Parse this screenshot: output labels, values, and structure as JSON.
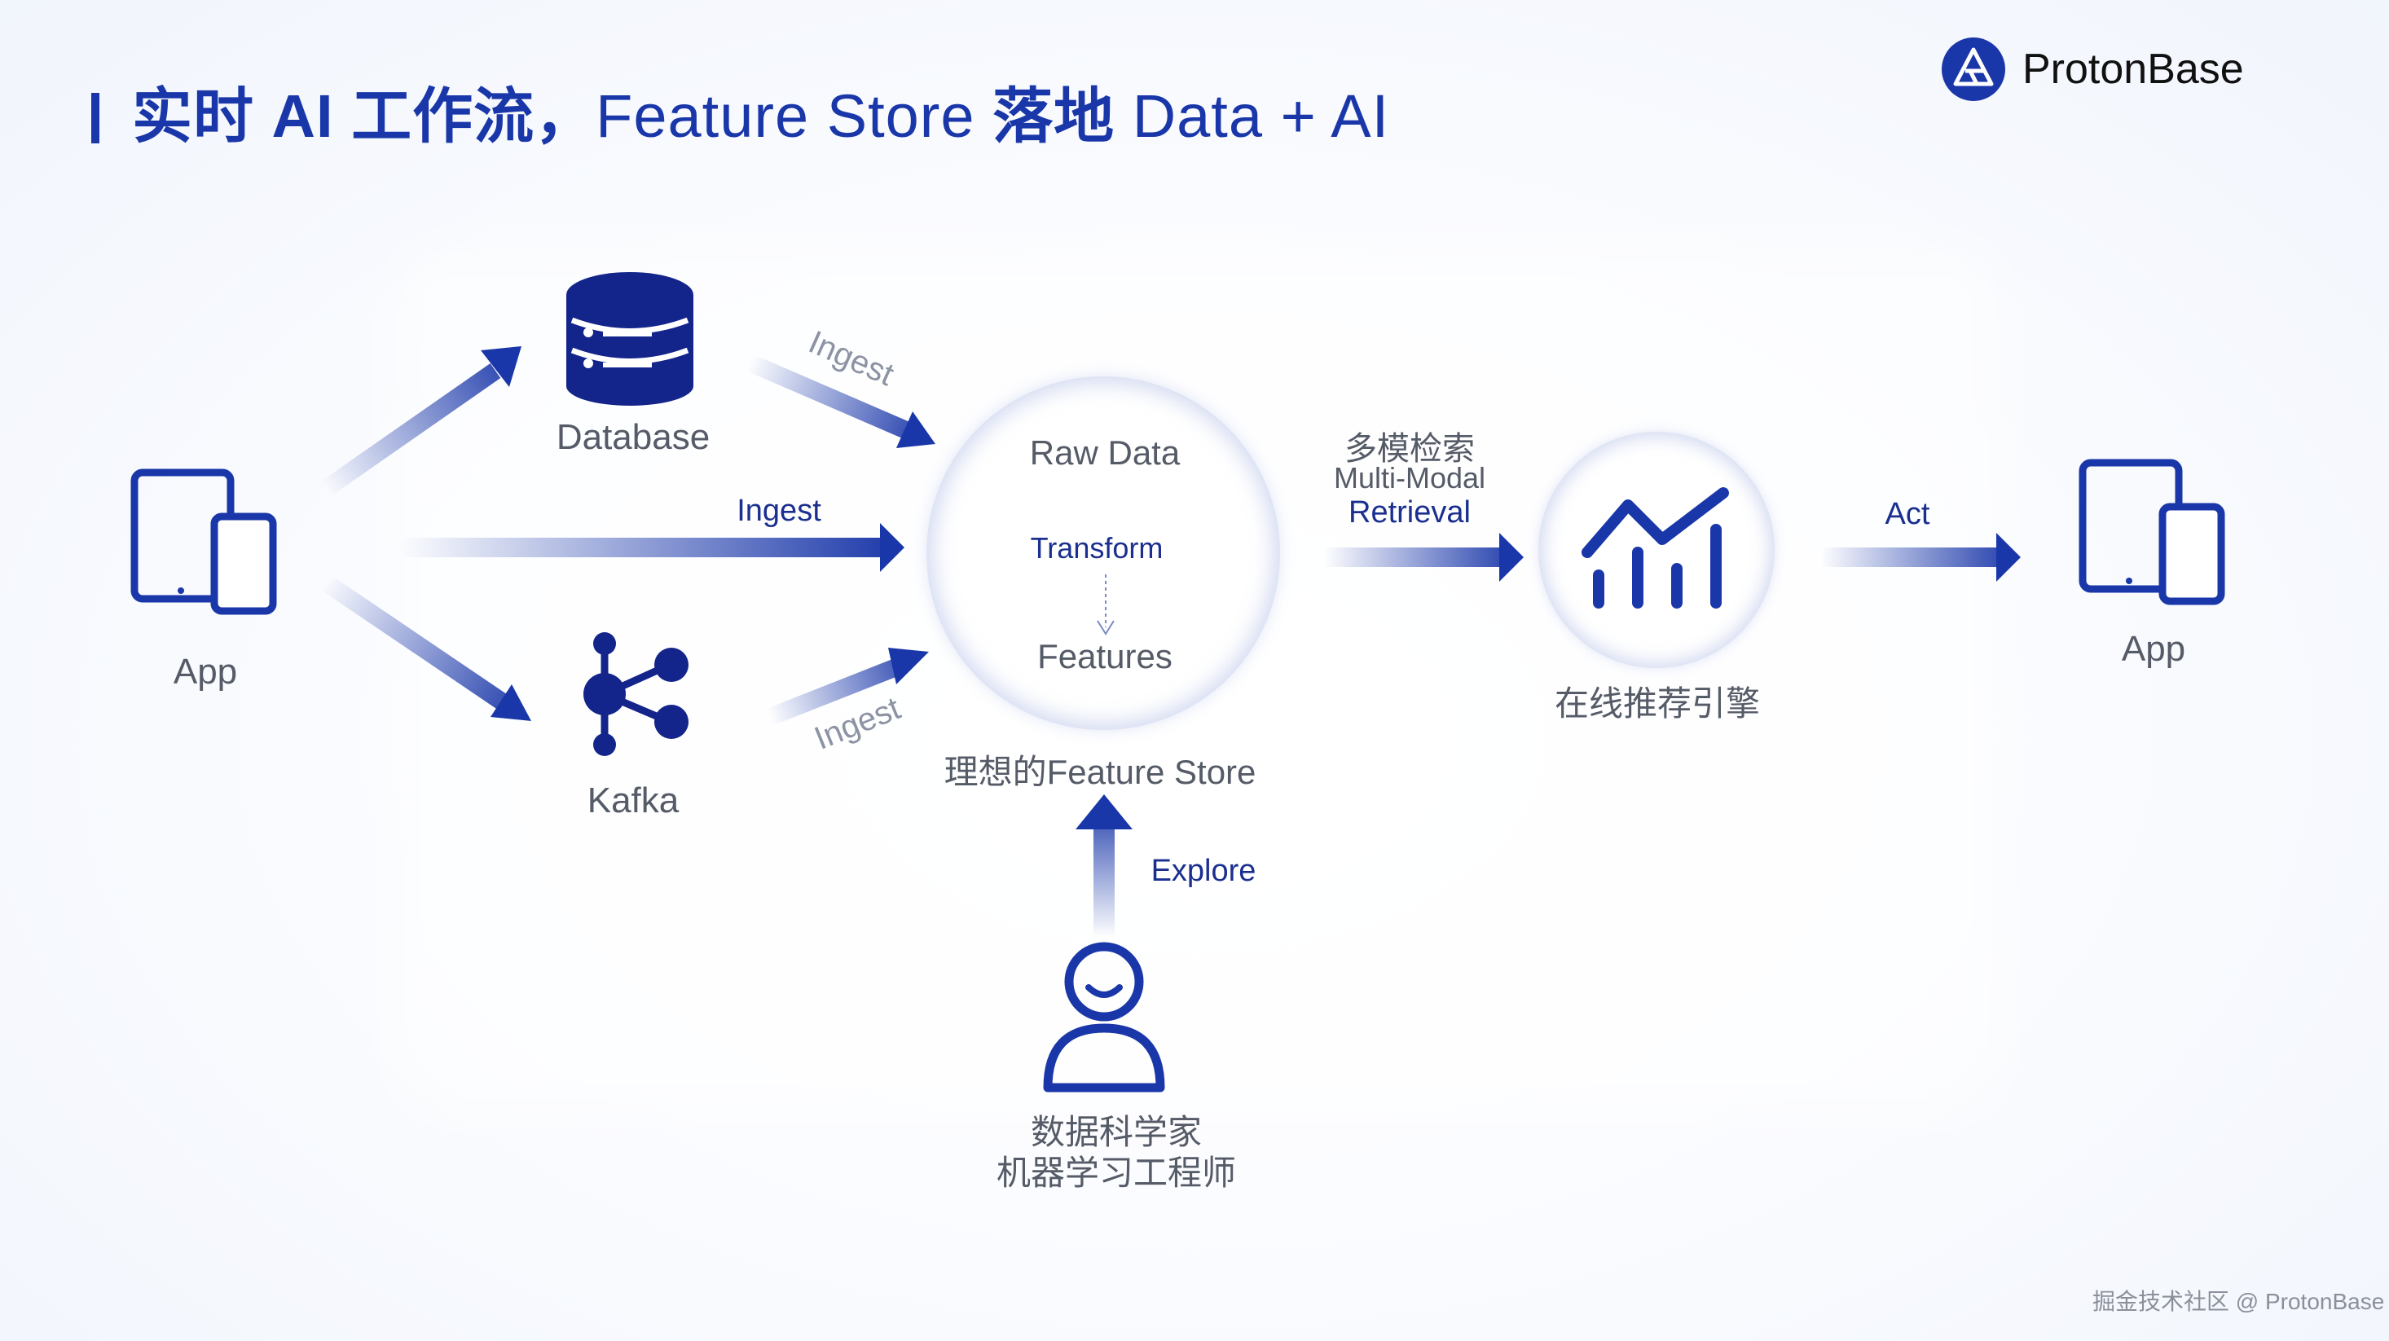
{
  "title": {
    "prefix": "实时 AI 工作流，",
    "middle": "Feature Store ",
    "cjk": "落地",
    "suffix": " Data + AI"
  },
  "brand": {
    "name": "ProtonBase",
    "icon": "protonbase-logo-icon"
  },
  "source_app": {
    "label": "App",
    "icon": "tablet-phone-icon"
  },
  "database": {
    "label": "Database",
    "icon": "database-icon"
  },
  "kafka": {
    "label": "Kafka",
    "icon": "kafka-icon"
  },
  "ingest_labels": {
    "top": "Ingest",
    "middle": "Ingest",
    "bottom": "Ingest"
  },
  "feature_store": {
    "raw": "Raw Data",
    "transform": "Transform",
    "features": "Features",
    "caption": "理想的Feature Store"
  },
  "retrieval": {
    "line1": "多模检索",
    "line2": "Multi-Modal",
    "line3": "Retrieval"
  },
  "engine": {
    "label": "在线推荐引擎",
    "icon": "chart-trend-icon"
  },
  "act_label": "Act",
  "target_app": {
    "label": "App",
    "icon": "tablet-phone-icon"
  },
  "explore_label": "Explore",
  "people": {
    "line1": "数据科学家",
    "line2": "机器学习工程师",
    "icon": "person-icon"
  },
  "watermark": "掘金技术社区 @ ProtonBase",
  "colors": {
    "primary": "#1a37a9",
    "dark": "#13248a",
    "text": "#555b67"
  }
}
